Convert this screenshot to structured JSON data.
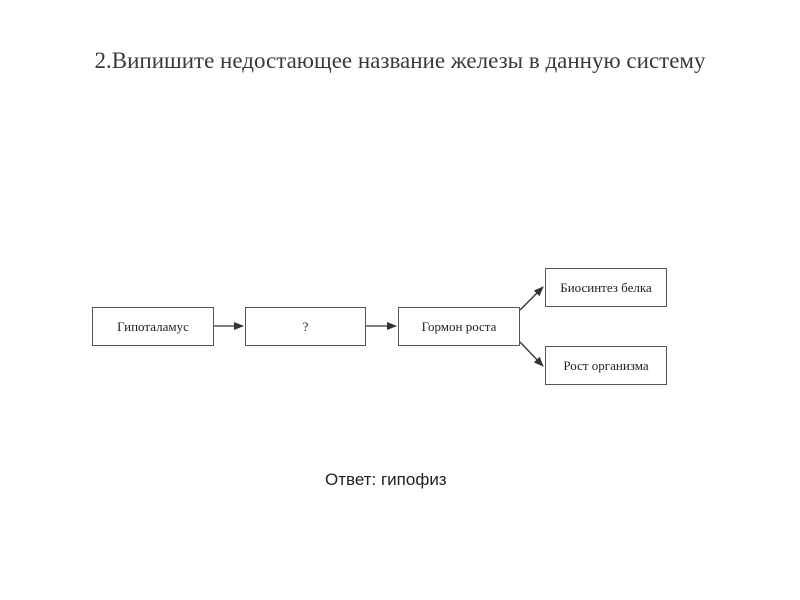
{
  "slide": {
    "title": "2.Випишите недостающее название железы в данную систему",
    "answer": "Ответ: гипофиз"
  },
  "diagram": {
    "nodes": {
      "hypothalamus": "Гипоталамус",
      "unknown": "?",
      "growth_hormone": "Гормон роста",
      "protein_biosynthesis": "Биосинтез белка",
      "organism_growth": "Рост организма"
    },
    "edges": [
      [
        "hypothalamus",
        "unknown"
      ],
      [
        "unknown",
        "growth_hormone"
      ],
      [
        "growth_hormone",
        "protein_biosynthesis"
      ],
      [
        "growth_hormone",
        "organism_growth"
      ]
    ],
    "colors": {
      "line": "#333333",
      "border": "#555555"
    }
  }
}
